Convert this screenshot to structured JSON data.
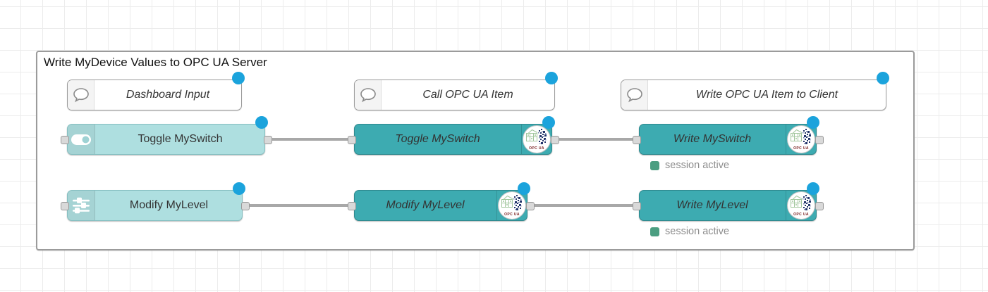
{
  "group": {
    "title": "Write MyDevice Values to OPC UA Server"
  },
  "comments": [
    {
      "label": "Dashboard Input"
    },
    {
      "label": "Call OPC UA Item"
    },
    {
      "label": "Write OPC UA Item to Client"
    }
  ],
  "nodes": [
    {
      "label": "Toggle MySwitch",
      "icon": "toggle-icon"
    },
    {
      "label": "Modify MyLevel",
      "icon": "sliders-icon"
    },
    {
      "label": "Toggle MySwitch",
      "icon": "opcua-badge-icon"
    },
    {
      "label": "Modify MyLevel",
      "icon": "opcua-badge-icon"
    },
    {
      "label": "Write MySwitch",
      "icon": "opcua-badge-icon",
      "status": "session active"
    },
    {
      "label": "Write MyLevel",
      "icon": "opcua-badge-icon",
      "status": "session active"
    }
  ],
  "badge": {
    "text": "OPC UA"
  },
  "colors": {
    "node_teal": "#3dabb1",
    "node_light_teal": "#aedfe0",
    "changed_indicator_blue": "#1ba3dc",
    "status_green": "#4b9e81",
    "wire_gray": "#a8a8a8",
    "grid_gray": "#ececec"
  }
}
